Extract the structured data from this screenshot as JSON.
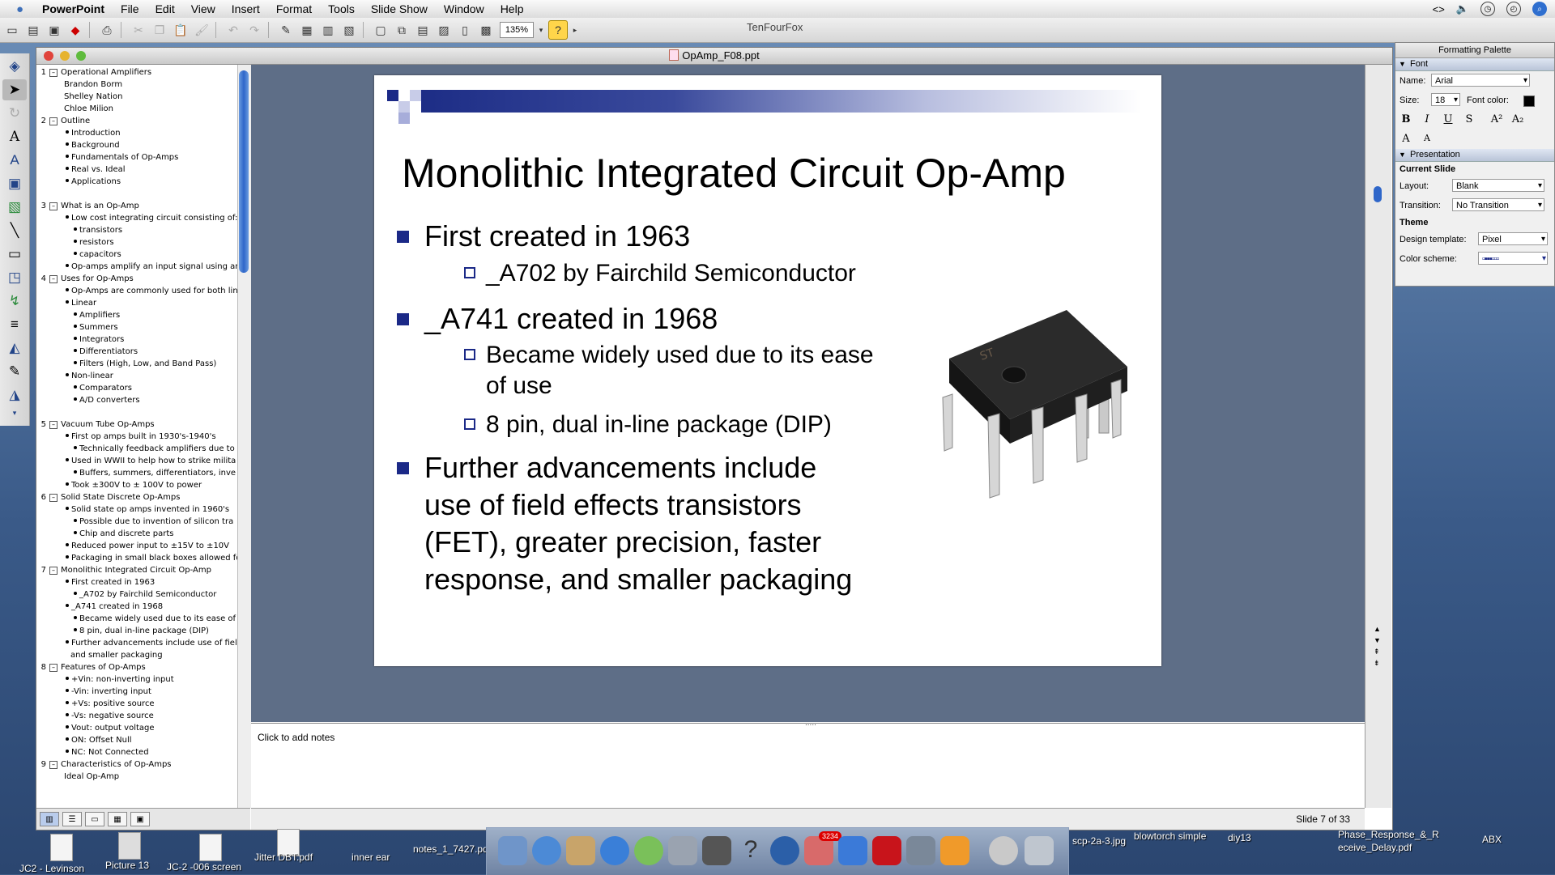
{
  "menubar": {
    "app": "PowerPoint",
    "items": [
      "File",
      "Edit",
      "View",
      "Insert",
      "Format",
      "Tools",
      "Slide Show",
      "Window",
      "Help"
    ]
  },
  "toolbar": {
    "zoom": "135%",
    "browser_title": "TenFourFox"
  },
  "document": {
    "title": "OpAmp_F08.ppt"
  },
  "outline": [
    {
      "num": "1",
      "text": "Operational Amplifiers",
      "level": 0
    },
    {
      "text": "Brandon Borm",
      "level": 1
    },
    {
      "text": "Shelley Nation",
      "level": 1
    },
    {
      "text": "Chloe Milion",
      "level": 1
    },
    {
      "num": "2",
      "text": "Outline",
      "level": 0
    },
    {
      "text": "Introduction",
      "level": 2
    },
    {
      "text": "Background",
      "level": 2
    },
    {
      "text": "Fundamentals of Op-Amps",
      "level": 2
    },
    {
      "text": "Real vs. Ideal",
      "level": 2
    },
    {
      "text": "Applications",
      "level": 2
    },
    {
      "text": "",
      "level": 1
    },
    {
      "num": "3",
      "text": "What is an Op-Amp",
      "level": 0
    },
    {
      "text": "Low cost integrating circuit consisting of:",
      "level": 2
    },
    {
      "text": "transistors",
      "level": 3
    },
    {
      "text": "resistors",
      "level": 3
    },
    {
      "text": "capacitors",
      "level": 3
    },
    {
      "text": "Op-amps amplify an input signal using an",
      "level": 2
    },
    {
      "num": "4",
      "text": "Uses for Op-Amps",
      "level": 0
    },
    {
      "text": "Op-Amps are commonly used for both lin",
      "level": 2
    },
    {
      "text": "Linear",
      "level": 2
    },
    {
      "text": "Amplifiers",
      "level": 3
    },
    {
      "text": "Summers",
      "level": 3
    },
    {
      "text": "Integrators",
      "level": 3
    },
    {
      "text": "Differentiators",
      "level": 3
    },
    {
      "text": "Filters (High, Low, and Band Pass)",
      "level": 3
    },
    {
      "text": "Non-linear",
      "level": 2
    },
    {
      "text": "Comparators",
      "level": 3
    },
    {
      "text": "A/D converters",
      "level": 3
    },
    {
      "text": "",
      "level": 1
    },
    {
      "num": "5",
      "text": "Vacuum Tube Op-Amps",
      "level": 0
    },
    {
      "text": "First op amps built in 1930's-1940's",
      "level": 2
    },
    {
      "text": "Technically feedback amplifiers due to",
      "level": 3
    },
    {
      "text": "Used in WWII to help how to strike milita",
      "level": 2
    },
    {
      "text": "Buffers, summers, differentiators, inve",
      "level": 3
    },
    {
      "text": "Took ±300V to ± 100V to power",
      "level": 2
    },
    {
      "num": "6",
      "text": "Solid State Discrete Op-Amps",
      "level": 0
    },
    {
      "text": "Solid state op amps invented in 1960's",
      "level": 2
    },
    {
      "text": "Possible due to invention of silicon tra",
      "level": 3
    },
    {
      "text": "Chip and discrete parts",
      "level": 3
    },
    {
      "text": "Reduced power input to ±15V to ±10V",
      "level": 2
    },
    {
      "text": "Packaging in small black boxes allowed fo",
      "level": 2
    },
    {
      "num": "7",
      "text": "Monolithic Integrated Circuit Op-Amp",
      "level": 0
    },
    {
      "text": "First created in 1963",
      "level": 2
    },
    {
      "text": "_A702 by Fairchild Semiconductor",
      "level": 3
    },
    {
      "text": "_A741 created in 1968",
      "level": 2
    },
    {
      "text": "Became widely used due to its ease of",
      "level": 3
    },
    {
      "text": "8 pin, dual in-line package (DIP)",
      "level": 3
    },
    {
      "text": "Further advancements include use of field",
      "level": 2
    },
    {
      "text": "and smaller packaging",
      "level": 4
    },
    {
      "num": "8",
      "text": "Features of Op-Amps",
      "level": 0
    },
    {
      "text": "+Vin: non-inverting input",
      "level": 2
    },
    {
      "text": "-Vin: inverting input",
      "level": 2
    },
    {
      "text": "+Vs: positive source",
      "level": 2
    },
    {
      "text": "-Vs: negative source",
      "level": 2
    },
    {
      "text": "Vout: output voltage",
      "level": 2
    },
    {
      "text": "ON: Offset Null",
      "level": 2
    },
    {
      "text": "NC: Not Connected",
      "level": 2
    },
    {
      "num": "9",
      "text": "Characteristics of Op-Amps",
      "level": 0
    },
    {
      "text": "Ideal Op-Amp",
      "level": 1
    }
  ],
  "slide": {
    "title": "Monolithic Integrated Circuit Op-Amp",
    "b1": "First created in 1963",
    "b1a": "_A702 by Fairchild Semiconductor",
    "b2": "_A741 created in 1968",
    "b2a_1": "Became widely used due to its ease",
    "b2a_2": "of use",
    "b2b": "8 pin, dual in-line package (DIP)",
    "b3_1": "Further advancements include",
    "b3_2": "use of field effects transistors",
    "b3_3": "(FET), greater precision, faster",
    "b3_4": "response, and smaller packaging",
    "bar_color": "#1d2d86"
  },
  "notes": {
    "placeholder": "Click to add notes"
  },
  "status": {
    "slide_count": "Slide 7 of 33"
  },
  "palette": {
    "title": "Formatting Palette",
    "font_section": "Font",
    "name_label": "Name:",
    "name_value": "Arial",
    "size_label": "Size:",
    "size_value": "18",
    "color_label": "Font color:",
    "presentation_section": "Presentation",
    "current_slide": "Current Slide",
    "layout_label": "Layout:",
    "layout_value": "Blank",
    "transition_label": "Transition:",
    "transition_value": "No Transition",
    "theme": "Theme",
    "template_label": "Design template:",
    "template_value": "Pixel",
    "scheme_label": "Color scheme:"
  },
  "desktop": {
    "items": [
      "JC2 - Levinson",
      "Picture 13",
      "JC-2 -006 screen",
      "Jitter DBT.pdf",
      "inner ear",
      "notes_1_7427.pd",
      "scp-2a-3.jpg",
      "blowtorch simple",
      "diy13",
      "Phase_Response_&_R",
      "eceive_Delay.pdf",
      "ABX"
    ],
    "dock_badge": "3234"
  }
}
